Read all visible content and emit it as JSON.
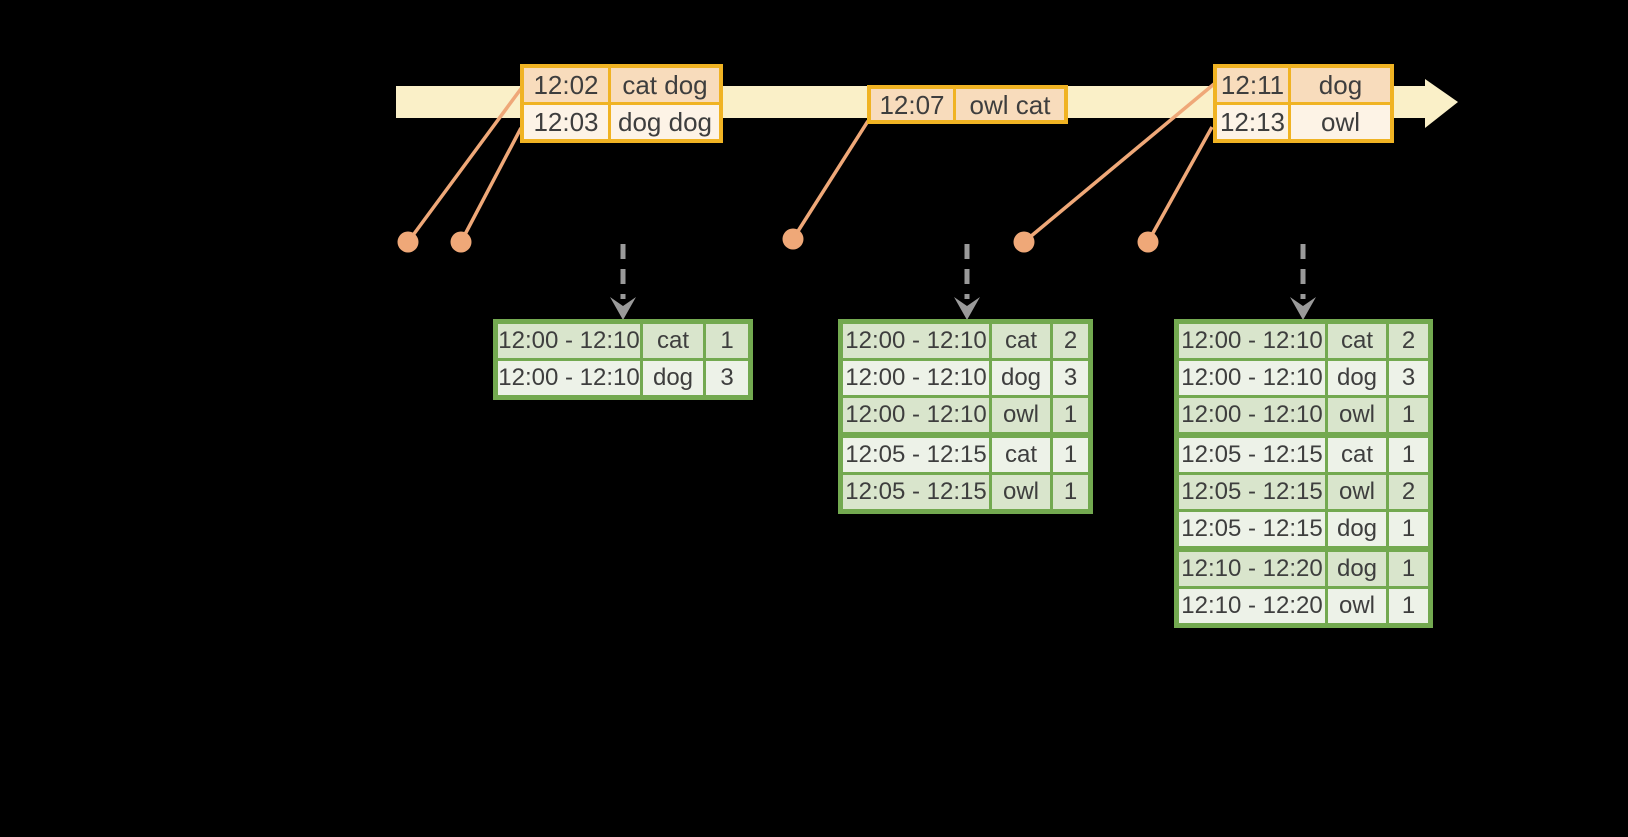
{
  "colors": {
    "background": "#000000",
    "timeline_band": "#FAF0C8",
    "event_border": "#F0B323",
    "event_row_dark": "#F8DCBC",
    "event_row_light": "#FDF3E6",
    "connector": "#EFA878",
    "result_border": "#73A950",
    "result_row_dark": "#D9E5CC",
    "result_row_light": "#EDF2E8",
    "arrow_gray": "#9A9A9A",
    "text": "#3E3E3E"
  },
  "event_tables": [
    {
      "id": "events-1202",
      "rows": [
        {
          "time": "12:02",
          "words": "cat dog"
        },
        {
          "time": "12:03",
          "words": "dog dog"
        }
      ]
    },
    {
      "id": "events-1207",
      "rows": [
        {
          "time": "12:07",
          "words": "owl cat"
        }
      ]
    },
    {
      "id": "events-1211",
      "rows": [
        {
          "time": "12:11",
          "words": "dog"
        },
        {
          "time": "12:13",
          "words": "owl"
        }
      ]
    }
  ],
  "result_tables": [
    {
      "id": "result-1",
      "group_breaks": [],
      "rows": [
        {
          "window": "12:00 - 12:10",
          "word": "cat",
          "count": "1"
        },
        {
          "window": "12:00 - 12:10",
          "word": "dog",
          "count": "3"
        }
      ]
    },
    {
      "id": "result-2",
      "group_breaks": [
        3
      ],
      "rows": [
        {
          "window": "12:00 - 12:10",
          "word": "cat",
          "count": "2"
        },
        {
          "window": "12:00 - 12:10",
          "word": "dog",
          "count": "3"
        },
        {
          "window": "12:00 - 12:10",
          "word": "owl",
          "count": "1"
        },
        {
          "window": "12:05 - 12:15",
          "word": "cat",
          "count": "1"
        },
        {
          "window": "12:05 - 12:15",
          "word": "owl",
          "count": "1"
        }
      ]
    },
    {
      "id": "result-3",
      "group_breaks": [
        3,
        6
      ],
      "rows": [
        {
          "window": "12:00 - 12:10",
          "word": "cat",
          "count": "2"
        },
        {
          "window": "12:00 - 12:10",
          "word": "dog",
          "count": "3"
        },
        {
          "window": "12:00 - 12:10",
          "word": "owl",
          "count": "1"
        },
        {
          "window": "12:05 - 12:15",
          "word": "cat",
          "count": "1"
        },
        {
          "window": "12:05 - 12:15",
          "word": "owl",
          "count": "2"
        },
        {
          "window": "12:05 - 12:15",
          "word": "dog",
          "count": "1"
        },
        {
          "window": "12:10 - 12:20",
          "word": "dog",
          "count": "1"
        },
        {
          "window": "12:10 - 12:20",
          "word": "owl",
          "count": "1"
        }
      ]
    }
  ]
}
